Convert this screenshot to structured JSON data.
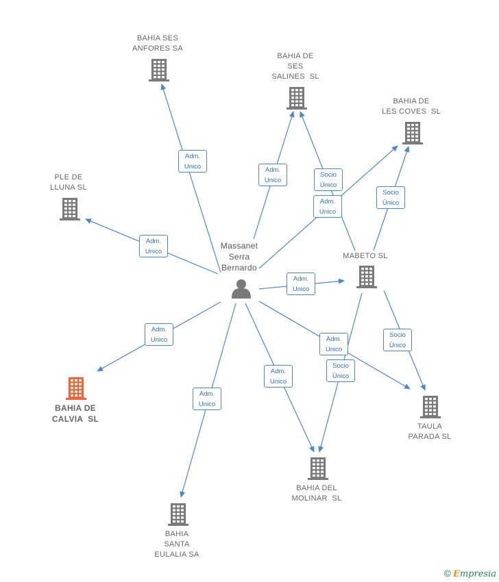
{
  "colors": {
    "edge": "#4a86d1",
    "building": "#7a7a7a",
    "highlight": "#f26232",
    "person": "#7a7a7a"
  },
  "nodes": [
    {
      "id": "bahia-ses-anfores",
      "lines": [
        "BAHIA SES",
        "ANFORES SA"
      ],
      "icon": "building-icon"
    },
    {
      "id": "bahia-de-ses-salines",
      "lines": [
        "BAHIA DE",
        "SES",
        "SALINES  SL"
      ],
      "icon": "building-icon"
    },
    {
      "id": "bahia-de-les-coves",
      "lines": [
        "BAHIA DE",
        "LES COVES  SL"
      ],
      "icon": "building-icon"
    },
    {
      "id": "ple-de-lluna",
      "lines": [
        "PLE DE",
        "LLUNA SL"
      ],
      "icon": "building-icon"
    },
    {
      "id": "massanet-serra-bernardo",
      "lines": [
        "Massanet",
        "Serra",
        "Bernardo"
      ],
      "icon": "person-icon"
    },
    {
      "id": "mabeto",
      "lines": [
        "MABETO SL"
      ],
      "icon": "building-icon"
    },
    {
      "id": "bahia-de-calvia",
      "lines": [
        "BAHIA DE",
        "CALVIA  SL"
      ],
      "icon": "building-icon"
    },
    {
      "id": "taula-parada",
      "lines": [
        "TAULA",
        "PARADA SL"
      ],
      "icon": "building-icon"
    },
    {
      "id": "bahia-del-molinar",
      "lines": [
        "BAHIA DEL",
        "MOLINAR  SL"
      ],
      "icon": "building-icon"
    },
    {
      "id": "bahia-santa-eulalia",
      "lines": [
        "BAHIA",
        "SANTA",
        "EULALIA SA"
      ],
      "icon": "building-icon"
    }
  ],
  "edges": [
    {
      "from": "massanet-serra-bernardo",
      "to": "bahia-ses-anfores",
      "label": [
        "Adm.",
        "Unico"
      ]
    },
    {
      "from": "massanet-serra-bernardo",
      "to": "bahia-de-ses-salines",
      "label": [
        "Adm.",
        "Unico"
      ]
    },
    {
      "from": "mabeto",
      "to": "bahia-de-ses-salines",
      "label": [
        "Socio",
        "Único"
      ]
    },
    {
      "from": "massanet-serra-bernardo",
      "to": "bahia-de-les-coves",
      "label": [
        "Adm.",
        "Unico"
      ]
    },
    {
      "from": "mabeto",
      "to": "bahia-de-les-coves",
      "label": [
        "Socio",
        "Único"
      ]
    },
    {
      "from": "massanet-serra-bernardo",
      "to": "ple-de-lluna",
      "label": [
        "Adm.",
        "Unico"
      ]
    },
    {
      "from": "massanet-serra-bernardo",
      "to": "mabeto",
      "label": [
        "Adm.",
        "Unico"
      ]
    },
    {
      "from": "massanet-serra-bernardo",
      "to": "bahia-de-calvia",
      "label": [
        "Adm.",
        "Unico"
      ]
    },
    {
      "from": "massanet-serra-bernardo",
      "to": "taula-parada",
      "label": [
        "Adm.",
        "Unico"
      ]
    },
    {
      "from": "mabeto",
      "to": "taula-parada",
      "label": [
        "Socio",
        "Único"
      ]
    },
    {
      "from": "massanet-serra-bernardo",
      "to": "bahia-del-molinar",
      "label": [
        "Adm.",
        "Unico"
      ]
    },
    {
      "from": "mabeto",
      "to": "bahia-del-molinar",
      "label": [
        "Socio",
        "Único"
      ]
    },
    {
      "from": "massanet-serra-bernardo",
      "to": "bahia-santa-eulalia",
      "label": [
        "Adm.",
        "Unico"
      ]
    }
  ],
  "footer": {
    "copyright": "©",
    "brand_first": "E",
    "brand_rest": "mpresia"
  }
}
